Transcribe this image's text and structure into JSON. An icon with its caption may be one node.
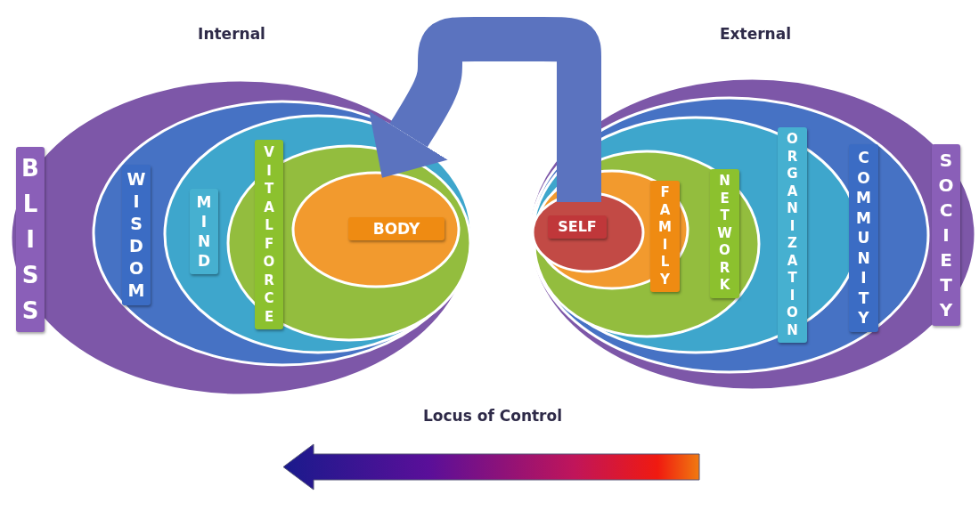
{
  "diagram": {
    "nodes": [
      {
        "text": [
          "BLISS"
        ]
      },
      {
        "text": [
          "WISDOM"
        ],
        "in": 0
      },
      {
        "text": [
          "MIND"
        ],
        "in": 1
      },
      {
        "text": [
          "VITAL FORCE"
        ],
        "in": 2
      },
      {
        "text": [
          "BODY"
        ],
        "in": 3
      },
      {
        "text": [
          "SOCIETY"
        ]
      },
      {
        "text": [
          "COMMUNITY"
        ],
        "in": 5
      },
      {
        "text": [
          "ORGANIZATION"
        ],
        "in": 6
      },
      {
        "text": [
          "NETWORK"
        ],
        "in": 7
      },
      {
        "text": [
          "FAMILY"
        ],
        "in": 8
      },
      {
        "text": [
          "SELF"
        ],
        "in": 9
      }
    ],
    "edges": [
      {
        "from": 10,
        "to": 4,
        "arrow": "to"
      }
    ],
    "labels": [
      "Internal",
      "External",
      "Locus of Control"
    ]
  }
}
